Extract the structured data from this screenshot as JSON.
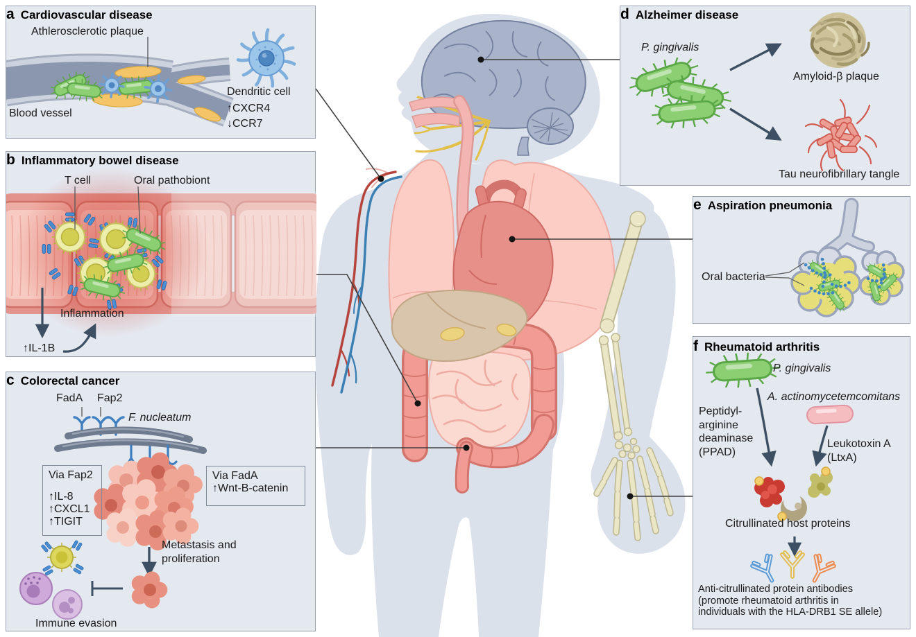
{
  "colors": {
    "panel_bg": "#e4e8ef",
    "panel_border": "#99a2ae",
    "arrow": "#3d4f63",
    "connector": "#3f3f3f",
    "body_silhouette": "#dbe1eb",
    "bacteria_green": "#8cce72",
    "receptor_blue": "#4a8fd3",
    "plaque_yellow": "#f3c568"
  },
  "panels": {
    "a": {
      "letter": "a",
      "title": "Cardiovascular disease",
      "plaque_label": "Athlerosclerotic plaque",
      "vessel_label": "Blood vessel",
      "dendritic_label": "Dendritic cell",
      "cxcr4": "↑CXCR4",
      "ccr7": "↓CCR7"
    },
    "b": {
      "letter": "b",
      "title": "Inflammatory bowel disease",
      "tcell_label": "T cell",
      "pathobiont_label": "Oral pathobiont",
      "inflammation_label": "Inflammation",
      "il1b": "↑IL-1B"
    },
    "c": {
      "letter": "c",
      "title": "Colorectal cancer",
      "fada": "FadA",
      "fap2": "Fap2",
      "fnucleatum": "F. nucleatum",
      "via_fap2_title": "Via Fap2",
      "via_fap2_items": [
        "↑IL-8",
        "↑CXCL1",
        "↑TIGIT"
      ],
      "via_fada_title": "Via FadA",
      "via_fada_item": "↑Wnt-B-catenin",
      "metastasis": [
        "Metastasis and",
        "proliferation"
      ],
      "immune_evasion": "Immune evasion"
    },
    "d": {
      "letter": "d",
      "title": "Alzheimer disease",
      "pgingivalis": "P. gingivalis",
      "amyloid": "Amyloid-β plaque",
      "tau": "Tau neurofibrillary tangle"
    },
    "e": {
      "letter": "e",
      "title": "Aspiration pneumonia",
      "oral_bacteria": "Oral bacteria"
    },
    "f": {
      "letter": "f",
      "title": "Rheumatoid arthritis",
      "pgingivalis": "P. gingivalis",
      "aactino": "A. actinomycetemcomitans",
      "ppad": [
        "Peptidyl-",
        "arginine",
        "deaminase",
        "(PPAD)"
      ],
      "leukotoxin": [
        "Leukotoxin A",
        "(LtxA)"
      ],
      "citrullinated": "Citrullinated host proteins",
      "acpa": [
        "Anti-citrullinated protein antibodies",
        "(promote rheumatoid arthritis in",
        "individuals with the HLA-DRB1 SE allele)"
      ]
    }
  }
}
